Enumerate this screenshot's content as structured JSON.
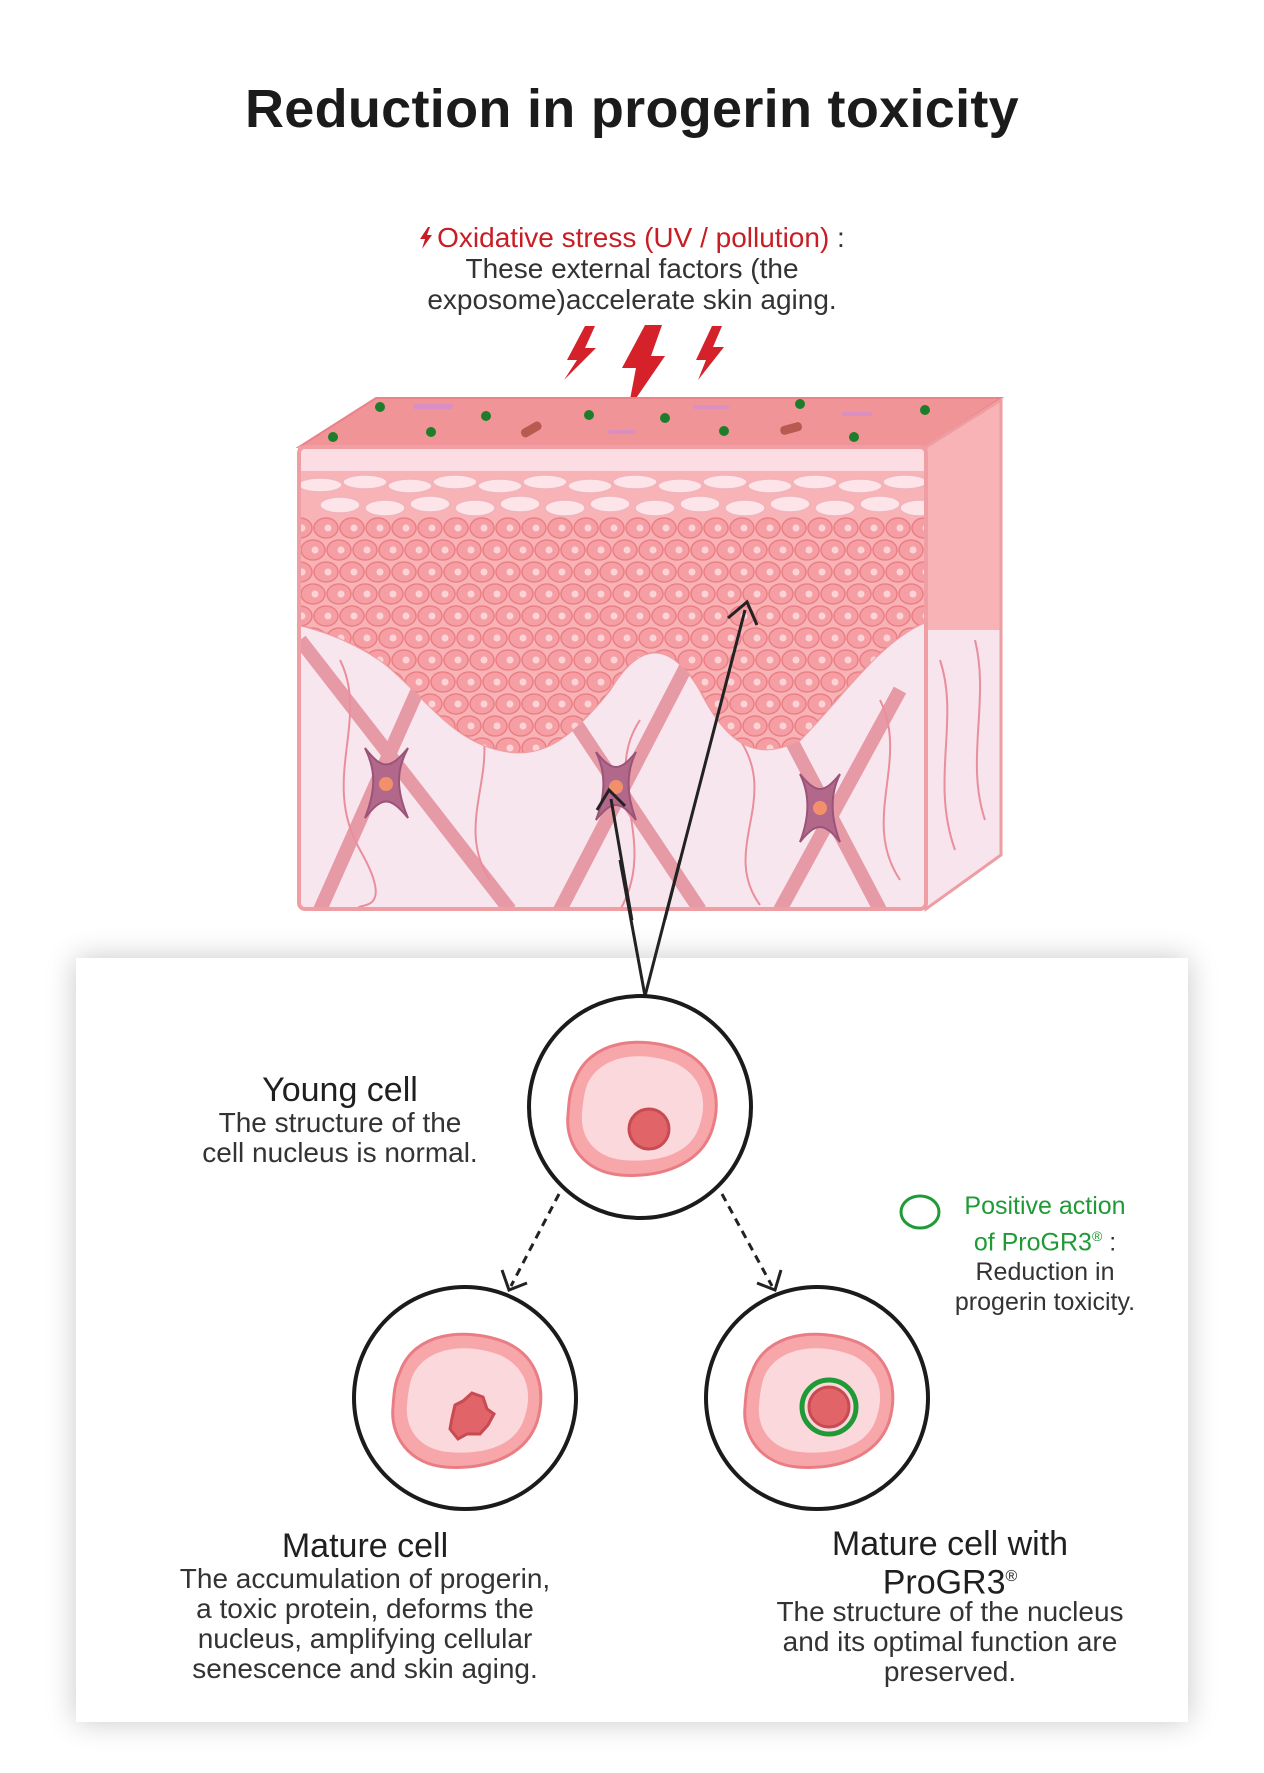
{
  "title": "Reduction in progerin toxicity",
  "stress": {
    "heading": "Oxidative stress (UV / pollution)",
    "separator": " :",
    "line1": "These external factors (the",
    "line2": "exposome)accelerate skin aging."
  },
  "young": {
    "heading": "Young cell",
    "line1": "The structure of the",
    "line2": "cell nucleus is normal."
  },
  "mature": {
    "heading": "Mature cell",
    "line1": "The accumulation of progerin,",
    "line2": "a toxic protein, deforms the",
    "line3": "nucleus, amplifying cellular",
    "line4": "senescence and skin aging."
  },
  "mature_progr3": {
    "heading1": "Mature cell with",
    "heading2": "ProGR3",
    "reg": "®",
    "line1": "The structure of the nucleus",
    "line2": "and its optimal function are",
    "line3": "preserved."
  },
  "positive": {
    "line1": "Positive action",
    "line2": "of ProGR3",
    "reg": "®",
    "colon": " :",
    "line3": "Reduction in",
    "line4": "progerin toxicity."
  },
  "colors": {
    "stress_red": "#c71d24",
    "positive_green": "#1f9a37",
    "skin_pink": "#f0a3a6",
    "fibroblast_purple": "#b2688a"
  }
}
